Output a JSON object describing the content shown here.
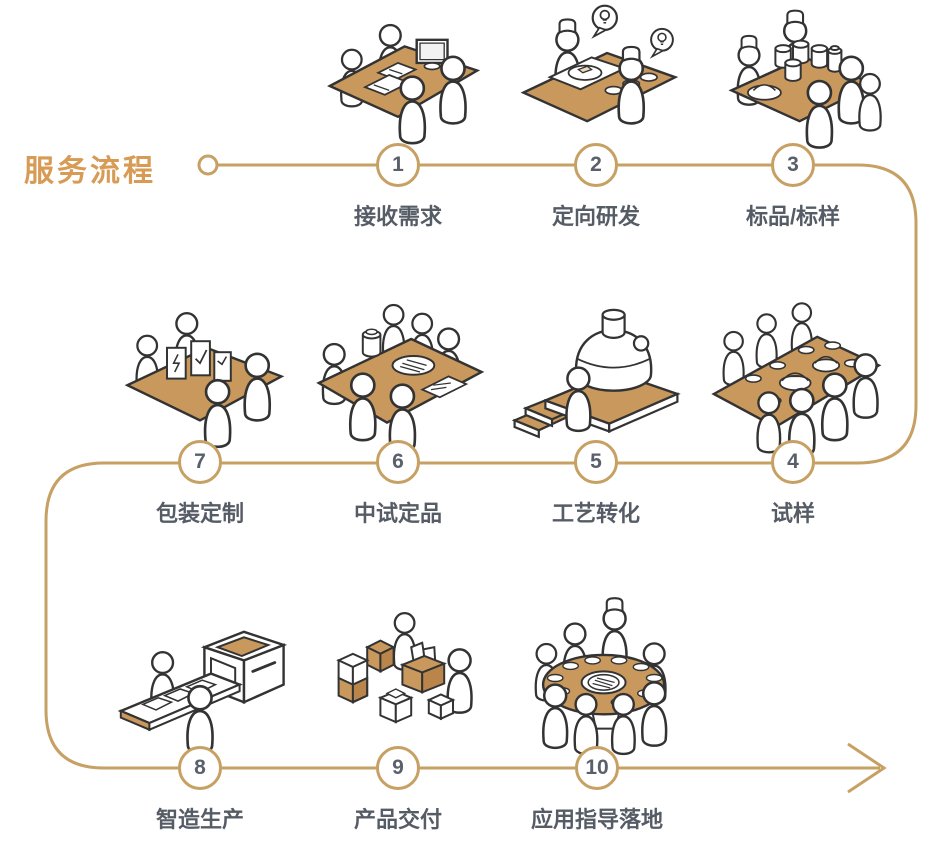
{
  "title": "服务流程",
  "colors": {
    "accent_line": "#C7A063",
    "title_text": "#D89B55",
    "label_text": "#565C66",
    "illustration_tan": "#C8985C",
    "illustration_outline": "#333333"
  },
  "flow": {
    "start_marker": "small-circle",
    "end_marker": "arrow-right"
  },
  "steps": [
    {
      "number": "1",
      "label": "接收需求",
      "illustration": "meeting-table-laptop"
    },
    {
      "number": "2",
      "label": "定向研发",
      "illustration": "chefs-idea-bubbles"
    },
    {
      "number": "3",
      "label": "标品/标样",
      "illustration": "sample-jars-table"
    },
    {
      "number": "4",
      "label": "试样",
      "illustration": "tasting-long-table"
    },
    {
      "number": "5",
      "label": "工艺转化",
      "illustration": "process-machine"
    },
    {
      "number": "6",
      "label": "中试定品",
      "illustration": "pilot-review-table"
    },
    {
      "number": "7",
      "label": "包装定制",
      "illustration": "packaging-boxes-table"
    },
    {
      "number": "8",
      "label": "智造生产",
      "illustration": "production-conveyor-machine"
    },
    {
      "number": "9",
      "label": "产品交付",
      "illustration": "delivery-boxes"
    },
    {
      "number": "10",
      "label": "应用指导落地",
      "illustration": "round-table-guidance"
    }
  ]
}
